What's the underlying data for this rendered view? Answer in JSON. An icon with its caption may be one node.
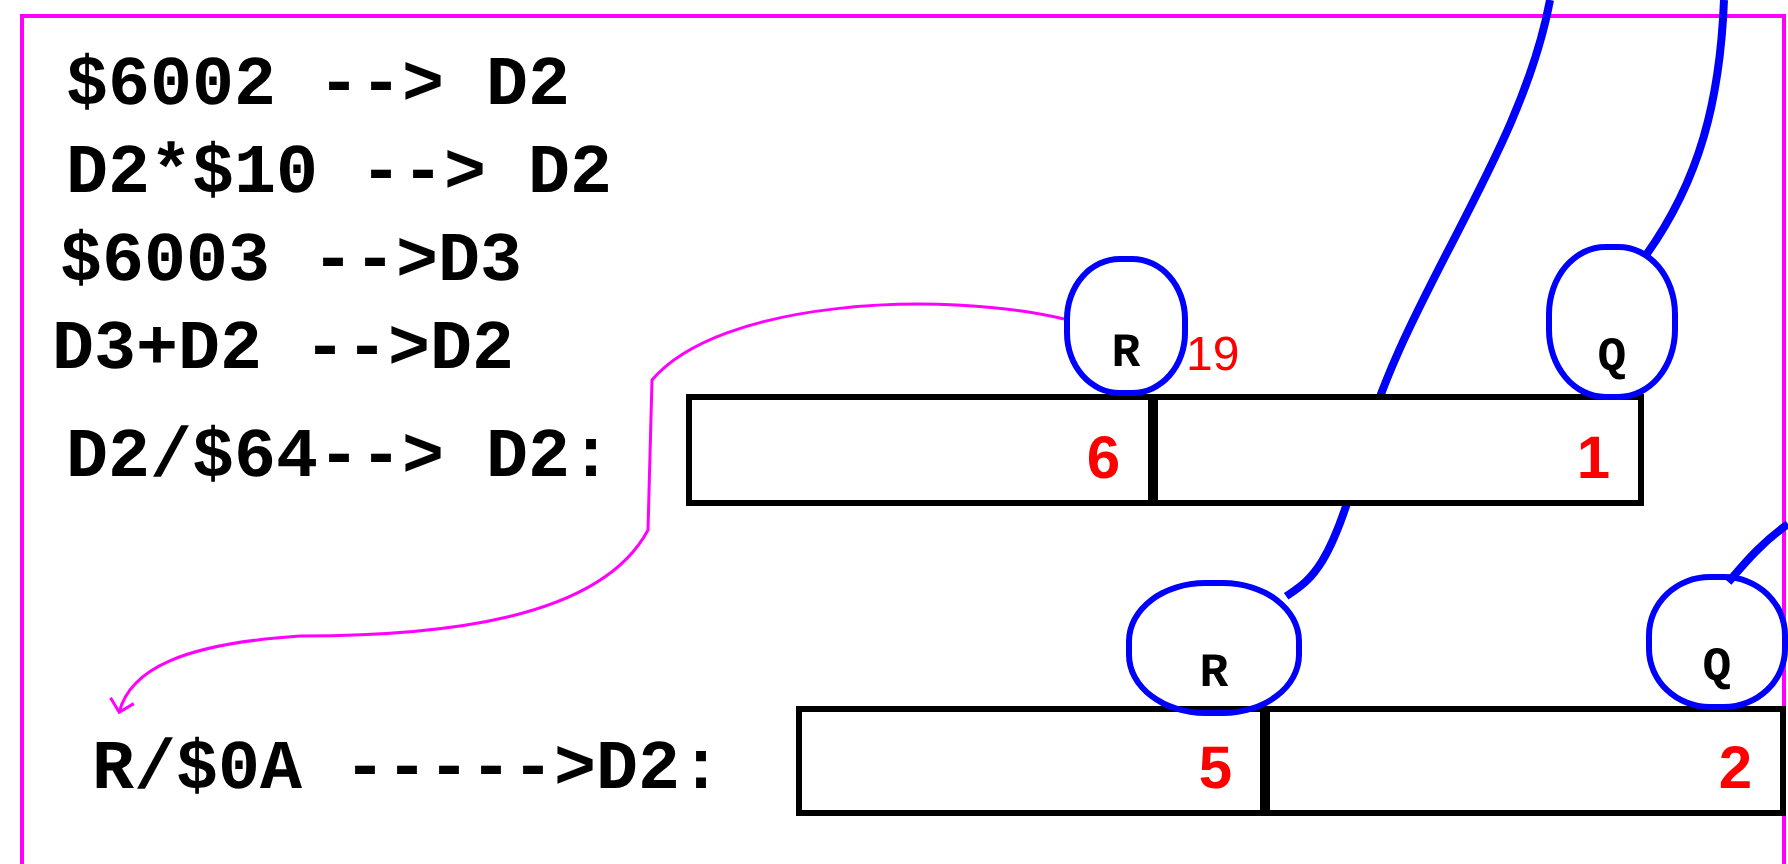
{
  "diagram": {
    "nodes": [
      {
        "text": [
          "6"
        ]
      },
      {
        "text": [
          "1"
        ]
      },
      {
        "text": [
          "R",
          "19"
        ]
      },
      {
        "text": [
          "Q"
        ]
      },
      {
        "text": [
          "R/$0A ----->D2:"
        ]
      },
      {
        "text": [
          "5"
        ]
      },
      {
        "text": [
          "2"
        ]
      },
      {
        "text": [
          "R"
        ]
      },
      {
        "text": [
          "Q"
        ]
      }
    ],
    "edges": [
      {
        "from": 2,
        "to": 4,
        "arrow": "to",
        "color": "#ff00ff"
      },
      {
        "from": null,
        "to": 7,
        "arrow": "none"
      },
      {
        "from": null,
        "to": 3,
        "arrow": "none"
      },
      {
        "from": null,
        "to": 8,
        "arrow": "none"
      }
    ],
    "labels": [
      "$6002 --> D2",
      "D2*$10 --> D2",
      "$6003 -->D3",
      "D3+D2 -->D2",
      "D2/$64--> D2:"
    ]
  }
}
